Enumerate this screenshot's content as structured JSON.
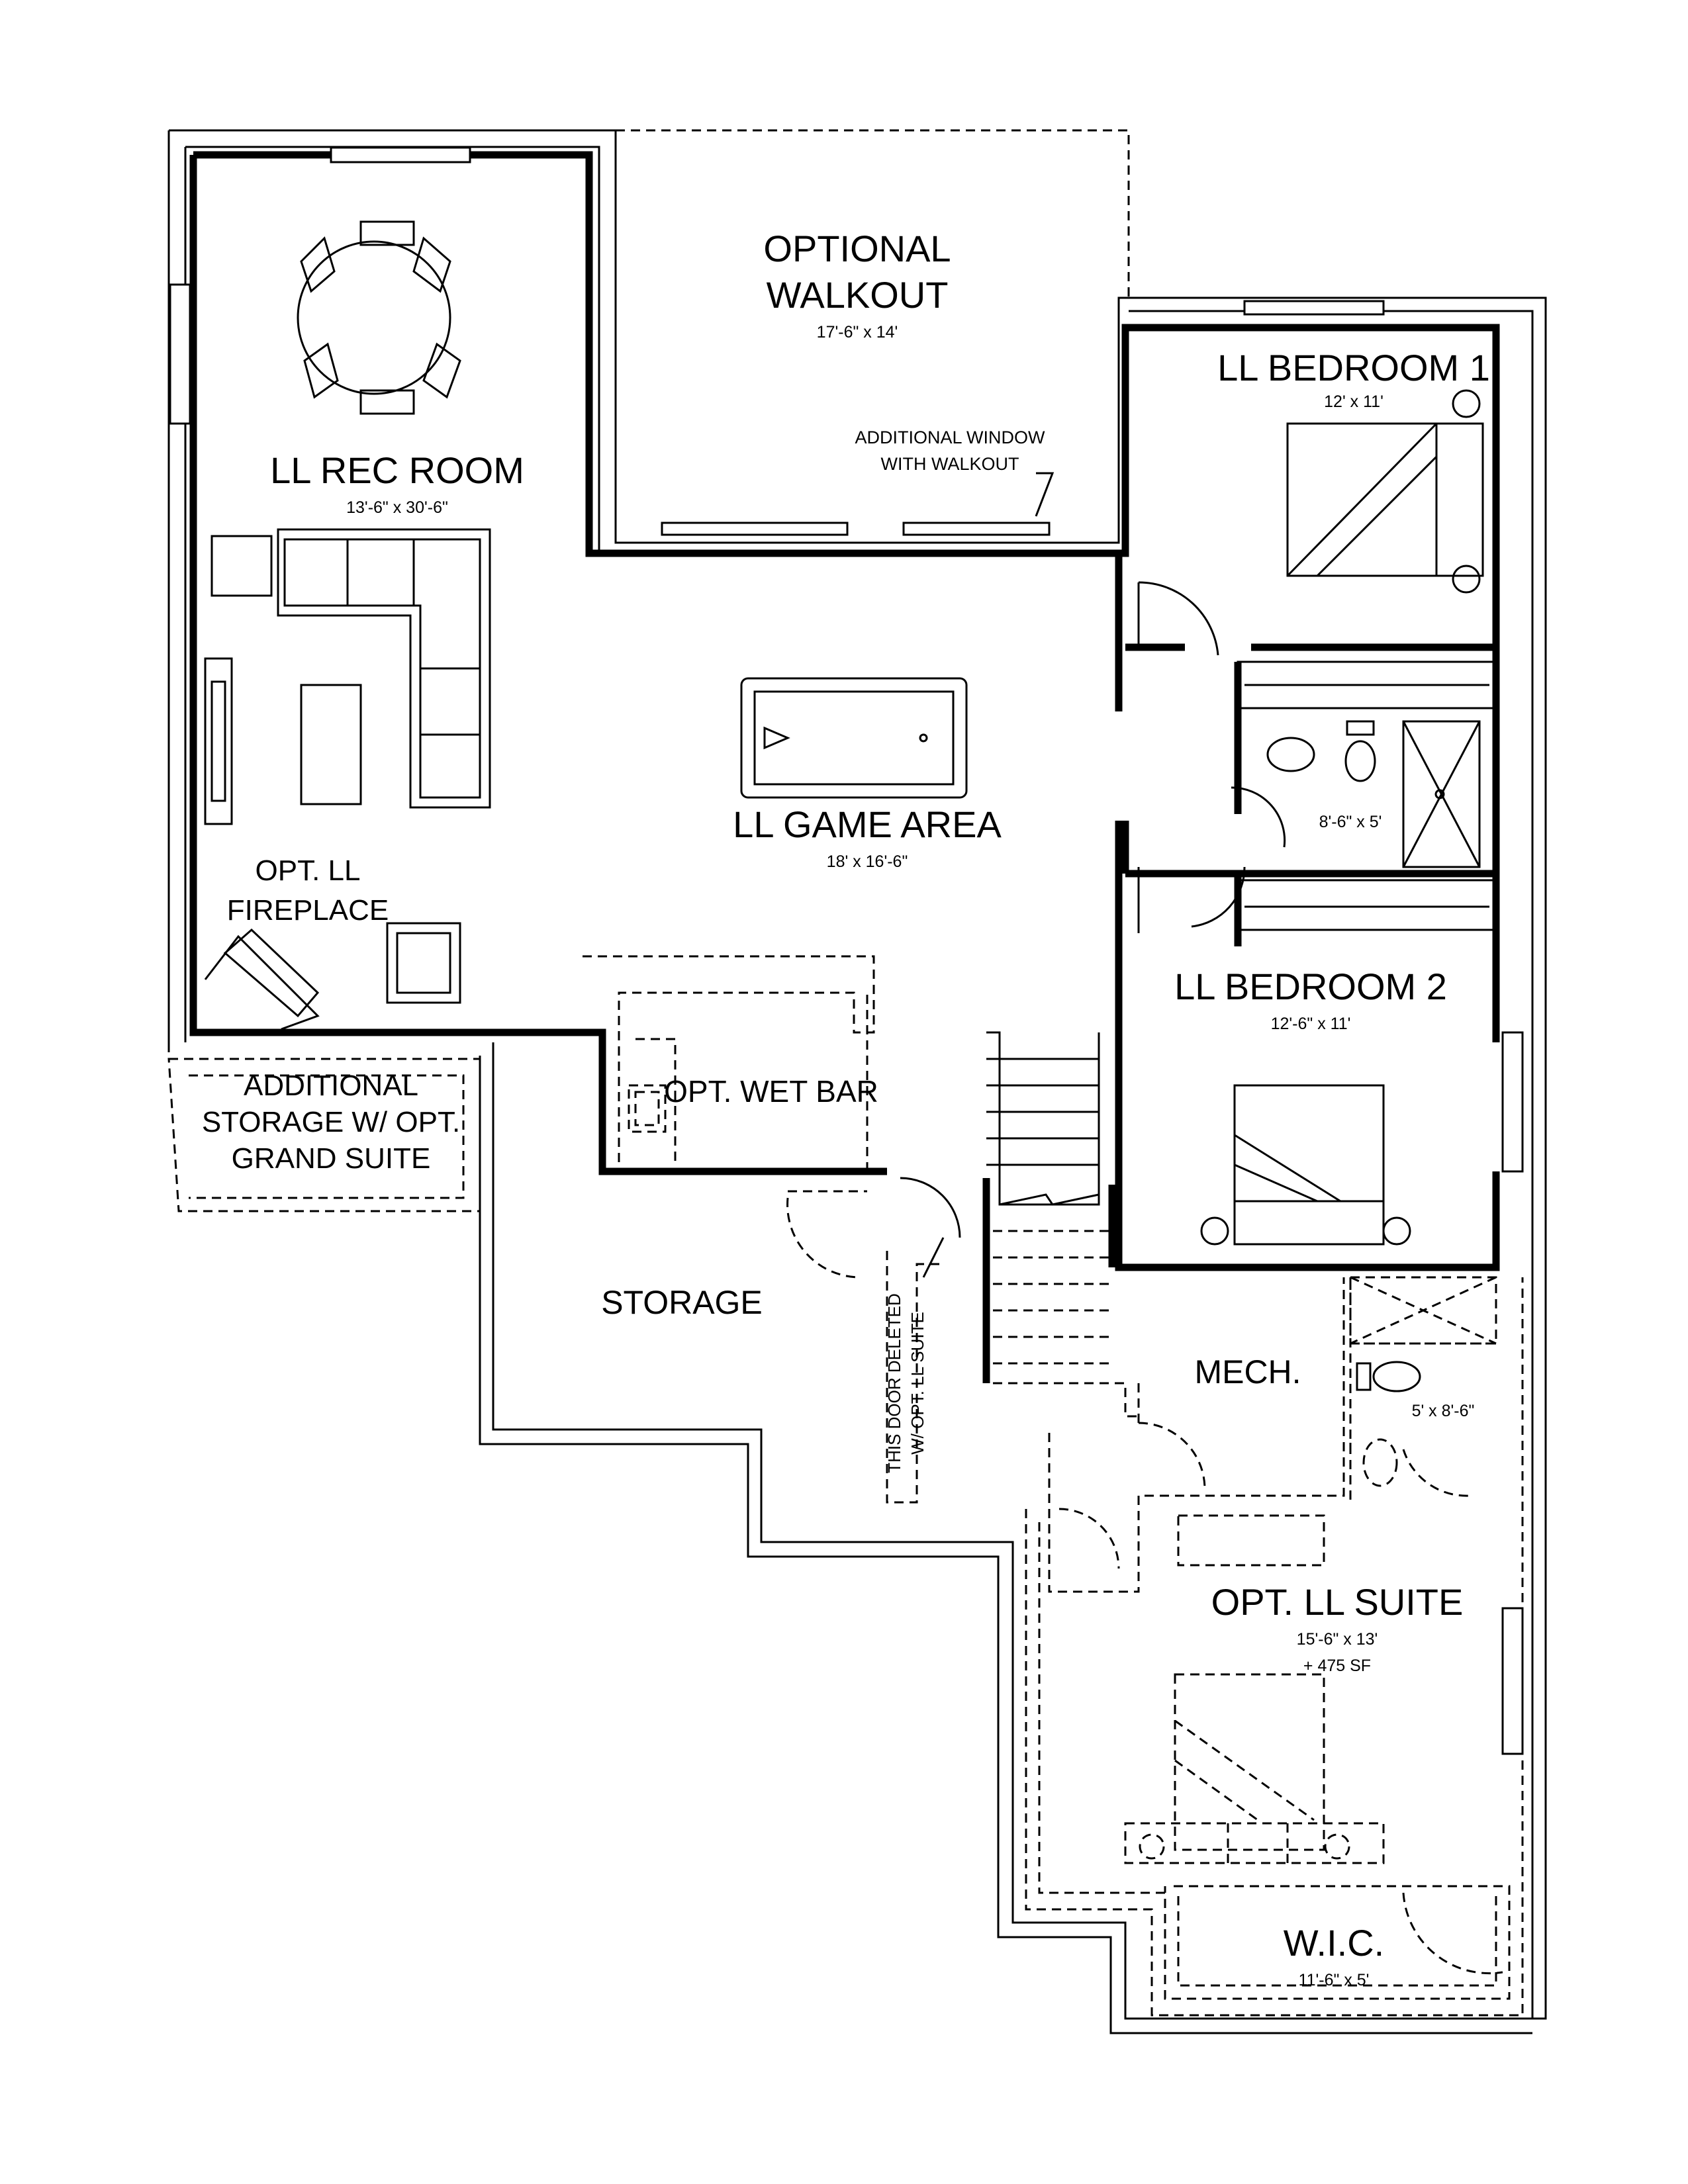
{
  "rooms": {
    "walkout": {
      "name_line1": "OPTIONAL",
      "name_line2": "WALKOUT",
      "dims": "17'-6\" x 14'"
    },
    "rec_room": {
      "name": "LL REC ROOM",
      "dims": "13'-6\" x 30'-6\""
    },
    "bedroom1": {
      "name": "LL BEDROOM 1",
      "dims": "12' x 11'"
    },
    "bath1": {
      "dims": "8'-6\" x 5'"
    },
    "game_area": {
      "name": "LL GAME AREA",
      "dims": "18' x 16'-6\""
    },
    "fireplace": {
      "line1": "OPT. LL",
      "line2": "FIREPLACE"
    },
    "bedroom2": {
      "name": "LL BEDROOM 2",
      "dims": "12'-6\" x 11'"
    },
    "add_storage": {
      "line1": "ADDITIONAL",
      "line2": "STORAGE W/ OPT.",
      "line3": "GRAND SUITE"
    },
    "wet_bar": {
      "name": "OPT. WET BAR"
    },
    "storage": {
      "name": "STORAGE"
    },
    "mech": {
      "name": "MECH."
    },
    "bath2": {
      "dims": "5' x 8'-6\""
    },
    "suite": {
      "name": "OPT. LL SUITE",
      "dims": "15'-6\" x 13'",
      "area": "+ 475 SF"
    },
    "wic": {
      "name": "W.I.C.",
      "dims": "11'-6\" x 5'"
    }
  },
  "notes": {
    "window_line1": "ADDITIONAL WINDOW",
    "window_line2": "WITH WALKOUT",
    "door_line1": "THIS DOOR DELETED",
    "door_line2": "W/ OPT. LL SUITE"
  }
}
